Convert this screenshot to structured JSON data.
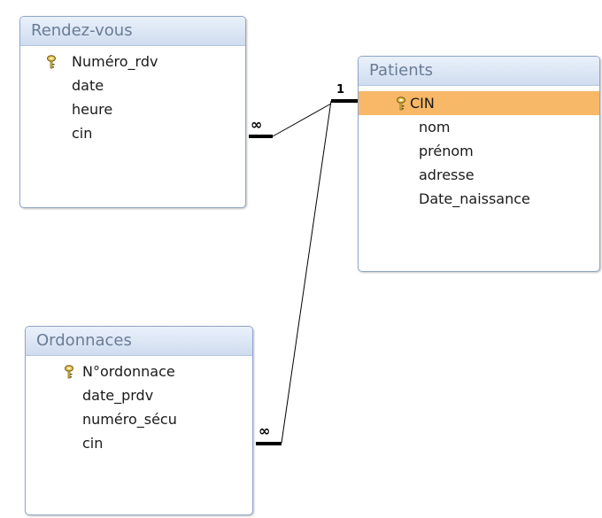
{
  "tables": {
    "rendezvous": {
      "title": "Rendez-vous",
      "fields": [
        "Numéro_rdv",
        "date",
        "heure",
        "cin"
      ]
    },
    "patients": {
      "title": "Patients",
      "fields": [
        "CIN",
        "nom",
        "prénom",
        "adresse",
        "Date_naissance"
      ]
    },
    "ordonnances": {
      "title": "Ordonnaces",
      "fields": [
        "N°ordonnace",
        "date_prdv",
        "numéro_sécu",
        "cin"
      ]
    }
  },
  "relationships": {
    "one_label": "1",
    "many_label": "∞"
  },
  "colors": {
    "selected_row": "#f7b867",
    "title_text": "#6a7c96",
    "border": "#8fa6c7"
  },
  "icons": {
    "primary_key": "key-icon"
  }
}
